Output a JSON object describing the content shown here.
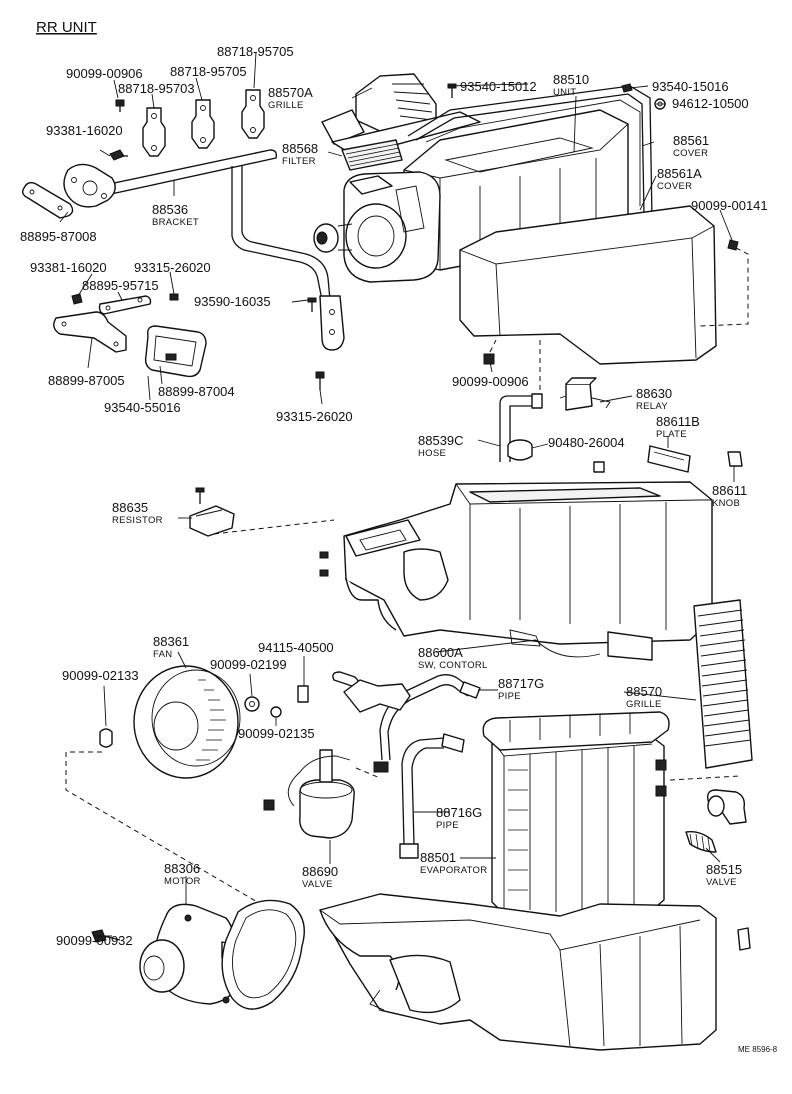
{
  "title": "RR UNIT",
  "ref_code": "ME 8596-8",
  "callouts": [
    {
      "id": "88718-95705-a",
      "number": "88718-95705",
      "name": ""
    },
    {
      "id": "90099-00906-a",
      "number": "90099-00906",
      "name": ""
    },
    {
      "id": "88718-95705-b",
      "number": "88718-95705",
      "name": ""
    },
    {
      "id": "88718-95703",
      "number": "88718-95703",
      "name": ""
    },
    {
      "id": "88570A",
      "number": "88570A",
      "name": "GRILLE"
    },
    {
      "id": "93540-15012",
      "number": "93540-15012",
      "name": ""
    },
    {
      "id": "88510",
      "number": "88510",
      "name": "UNIT"
    },
    {
      "id": "93540-15016",
      "number": "93540-15016",
      "name": ""
    },
    {
      "id": "94612-10500",
      "number": "94612-10500",
      "name": ""
    },
    {
      "id": "93381-16020-a",
      "number": "93381-16020",
      "name": ""
    },
    {
      "id": "88568",
      "number": "88568",
      "name": "FILTER"
    },
    {
      "id": "88561",
      "number": "88561",
      "name": "COVER"
    },
    {
      "id": "88561A",
      "number": "88561A",
      "name": "COVER"
    },
    {
      "id": "88536",
      "number": "88536",
      "name": "BRACKET"
    },
    {
      "id": "90099-00141",
      "number": "90099-00141",
      "name": ""
    },
    {
      "id": "88895-87008",
      "number": "88895-87008",
      "name": ""
    },
    {
      "id": "93381-16020-b",
      "number": "93381-16020",
      "name": ""
    },
    {
      "id": "93315-26020-a",
      "number": "93315-26020",
      "name": ""
    },
    {
      "id": "88895-95715",
      "number": "88895-95715",
      "name": ""
    },
    {
      "id": "93590-16035",
      "number": "93590-16035",
      "name": ""
    },
    {
      "id": "88899-87005",
      "number": "88899-87005",
      "name": ""
    },
    {
      "id": "88899-87004",
      "number": "88899-87004",
      "name": ""
    },
    {
      "id": "93540-55016",
      "number": "93540-55016",
      "name": ""
    },
    {
      "id": "90099-00906-b",
      "number": "90099-00906",
      "name": ""
    },
    {
      "id": "88630",
      "number": "88630",
      "name": "RELAY"
    },
    {
      "id": "93315-26020-b",
      "number": "93315-26020",
      "name": ""
    },
    {
      "id": "88611B",
      "number": "88611B",
      "name": "PLATE"
    },
    {
      "id": "88539C",
      "number": "88539C",
      "name": "HOSE"
    },
    {
      "id": "90480-26004",
      "number": "90480-26004",
      "name": ""
    },
    {
      "id": "88611",
      "number": "88611",
      "name": "KNOB"
    },
    {
      "id": "88635",
      "number": "88635",
      "name": "RESISTOR"
    },
    {
      "id": "88600A",
      "number": "88600A",
      "name": "SW, CONTORL"
    },
    {
      "id": "88361",
      "number": "88361",
      "name": "FAN"
    },
    {
      "id": "94115-40500",
      "number": "94115-40500",
      "name": ""
    },
    {
      "id": "90099-02199",
      "number": "90099-02199",
      "name": ""
    },
    {
      "id": "90099-02133",
      "number": "90099-02133",
      "name": ""
    },
    {
      "id": "88717G",
      "number": "88717G",
      "name": "PIPE"
    },
    {
      "id": "90099-02135",
      "number": "90099-02135",
      "name": ""
    },
    {
      "id": "88570",
      "number": "88570",
      "name": "GRILLE"
    },
    {
      "id": "88716G",
      "number": "88716G",
      "name": "PIPE"
    },
    {
      "id": "88690",
      "number": "88690",
      "name": "VALVE"
    },
    {
      "id": "88501",
      "number": "88501",
      "name": "EVAPORATOR"
    },
    {
      "id": "88515",
      "number": "88515",
      "name": "VALVE"
    },
    {
      "id": "88306",
      "number": "88306",
      "name": "MOTOR"
    },
    {
      "id": "90099-00932",
      "number": "90099-00932",
      "name": ""
    }
  ]
}
